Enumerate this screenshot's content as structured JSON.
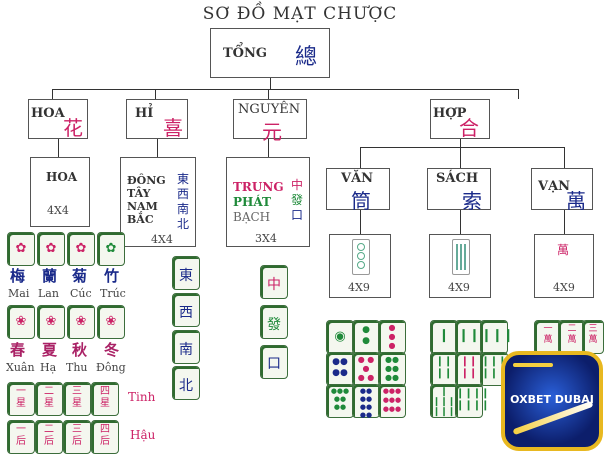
{
  "title": "SƠ ĐỒ MẠT CHƯỢC",
  "root": {
    "label": "TỔNG",
    "han": "總"
  },
  "groups": {
    "hoa": {
      "label": "HOA",
      "han": "花"
    },
    "hi": {
      "label": "HỈ",
      "han": "喜"
    },
    "nguyen": {
      "label": "NGUYÊN",
      "han": "元"
    },
    "hop": {
      "label": "HỢP",
      "han": "合"
    }
  },
  "sub": {
    "hoa": {
      "label": "HOA",
      "count": "4X4"
    },
    "hi": {
      "lines": [
        "ĐÔNG",
        "TÂY",
        "NAM",
        "BẮC"
      ],
      "han": "東\n西\n南\n北",
      "count": "4X4"
    },
    "nguyen": {
      "lines": [
        "TRUNG",
        "PHÁT",
        "BẠCH"
      ],
      "han": "中\n發\n口",
      "count": "3X4"
    },
    "van": {
      "label": "VĂN",
      "han": "筒",
      "count": "4X9"
    },
    "sach": {
      "label": "SÁCH",
      "han": "索",
      "count": "4X9"
    },
    "vanh": {
      "label": "VẠN",
      "han": "萬",
      "count": "4X9"
    }
  },
  "flowers": {
    "han1": [
      "梅",
      "蘭",
      "菊",
      "竹"
    ],
    "names1": [
      "Mai",
      "Lan",
      "Cúc",
      "Trúc"
    ],
    "han2": [
      "春",
      "夏",
      "秋",
      "冬"
    ],
    "names2": [
      "Xuân",
      "Hạ",
      "Thu",
      "Đông"
    ],
    "tinh": "Tinh",
    "hau": "Hậu",
    "tinh_tiles": [
      "一\n星",
      "二\n星",
      "三\n星",
      "四\n星"
    ],
    "hau_tiles": [
      "一\n后",
      "二\n后",
      "三\n后",
      "四\n后"
    ]
  },
  "wind_tiles": [
    "東",
    "西",
    "南",
    "北"
  ],
  "dragon_tiles": [
    "中",
    "發",
    "口"
  ],
  "wan_tile": "萬",
  "badge": {
    "text": "OXBET DUBAI"
  },
  "colors": {
    "red": "#cc2266",
    "blue": "#1a2a8a",
    "green": "#1f8a3a",
    "tileBorder": "#3b6d3b"
  }
}
